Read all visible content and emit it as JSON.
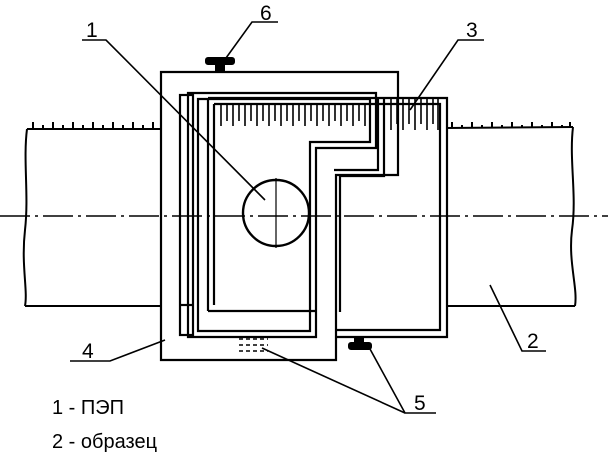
{
  "callouts": {
    "c1": "1",
    "c2": "2",
    "c3": "3",
    "c4": "4",
    "c5": "5",
    "c6": "6"
  },
  "legend": [
    {
      "text": "1 - ПЭП"
    },
    {
      "text": "2 - образец"
    }
  ]
}
